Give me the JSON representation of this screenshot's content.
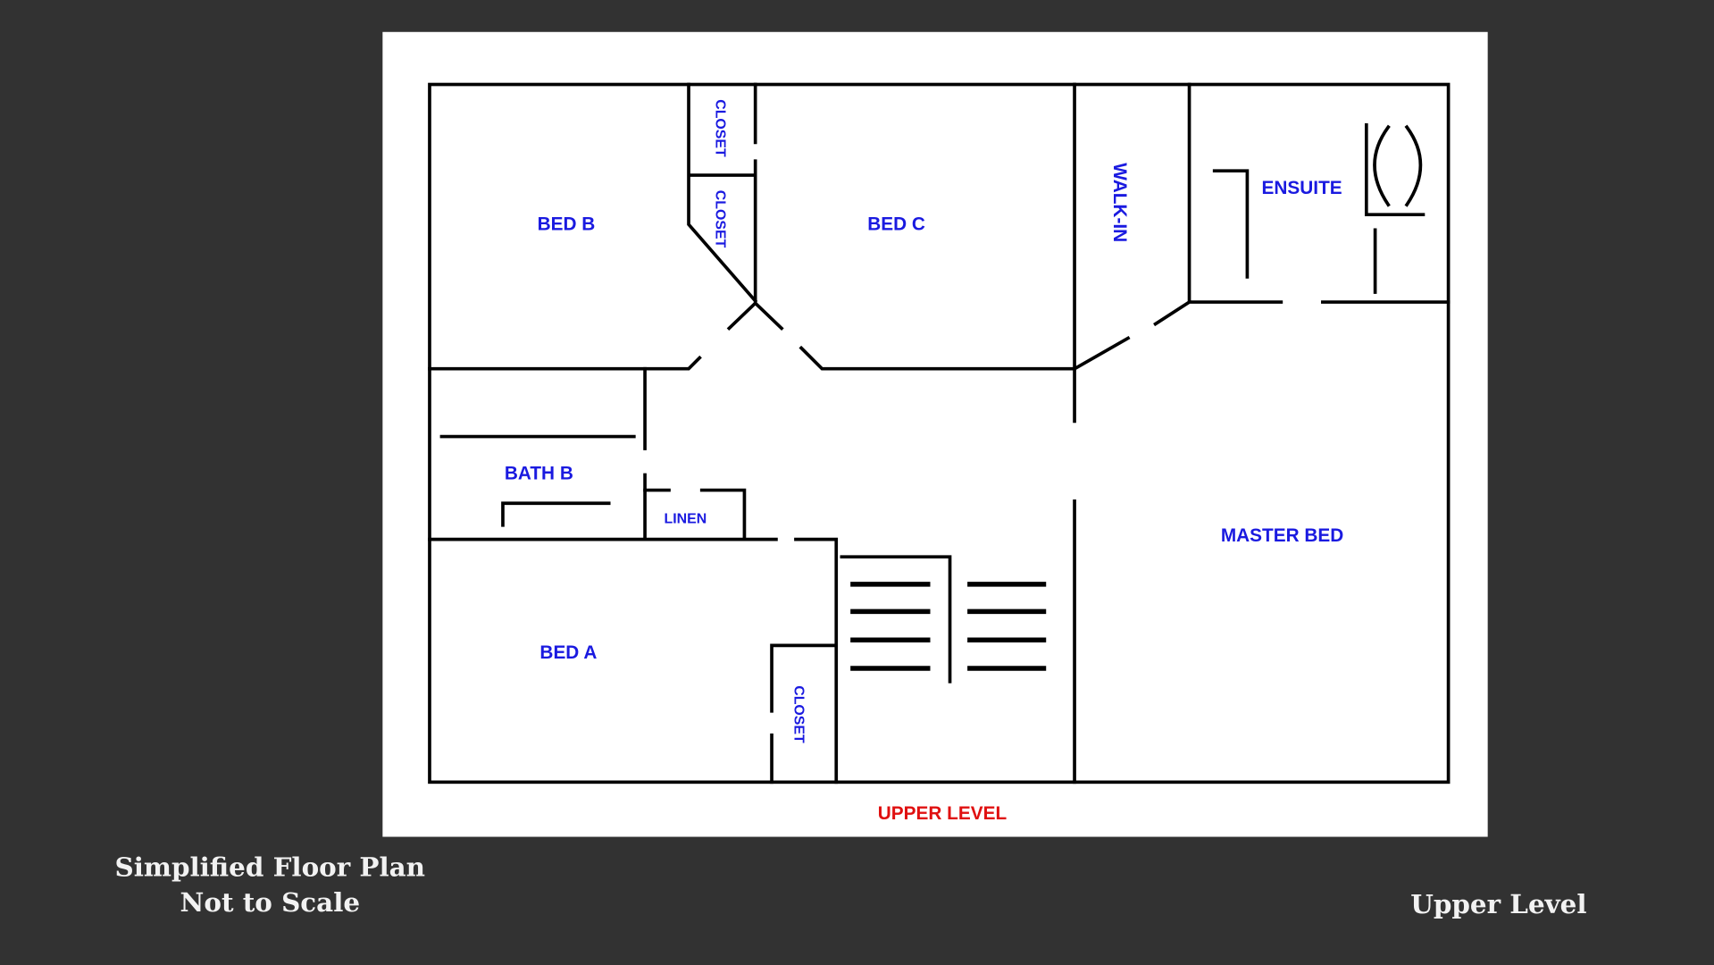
{
  "plan": {
    "rooms": {
      "bed_b": "BED B",
      "bed_c": "BED C",
      "walk_in": "WALK-IN",
      "ensuite": "ENSUITE",
      "closet": "CLOSET",
      "bath_b": "BATH B",
      "linen": "LINEN",
      "bed_a": "BED A",
      "master_bed": "MASTER BED"
    },
    "level_label": "UPPER LEVEL"
  },
  "captions": {
    "line1": "Simplified Floor Plan",
    "line2": "Not to Scale",
    "right": "Upper Level"
  },
  "colors": {
    "background": "#323232",
    "room_label": "#1a1ae0",
    "level_label": "#e01010"
  }
}
